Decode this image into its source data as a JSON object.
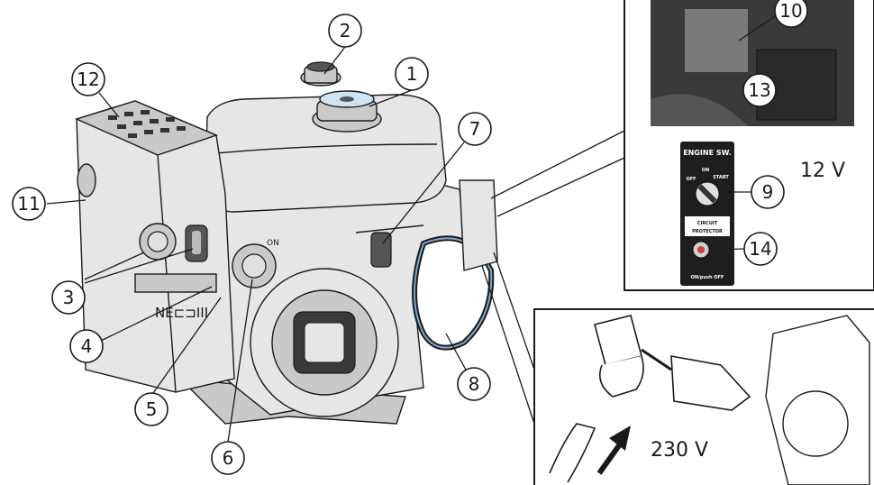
{
  "callouts": [
    {
      "id": "1",
      "label": "1"
    },
    {
      "id": "2",
      "label": "2"
    },
    {
      "id": "3",
      "label": "3"
    },
    {
      "id": "4",
      "label": "4"
    },
    {
      "id": "5",
      "label": "5"
    },
    {
      "id": "6",
      "label": "6"
    },
    {
      "id": "7",
      "label": "7"
    },
    {
      "id": "8",
      "label": "8"
    },
    {
      "id": "9",
      "label": "9"
    },
    {
      "id": "10",
      "label": "10"
    },
    {
      "id": "11",
      "label": "11"
    },
    {
      "id": "12",
      "label": "12"
    },
    {
      "id": "13",
      "label": "13"
    },
    {
      "id": "14",
      "label": "14"
    }
  ],
  "voltage_12": "12 V",
  "voltage_230": "230 V",
  "switch_panel": {
    "title": "ENGINE SW.",
    "off": "OFF",
    "on": "ON",
    "start": "START",
    "breaker_line1": "CIRCUIT",
    "breaker_line2": "PROTECTOR",
    "breaker_footer": "ON/push OFF"
  },
  "shroud_label": "NE⊏⊐III",
  "colors": {
    "line": "#1a1a1a",
    "panel": "#1e1e1e",
    "breaker_button": "#d23a3a"
  }
}
